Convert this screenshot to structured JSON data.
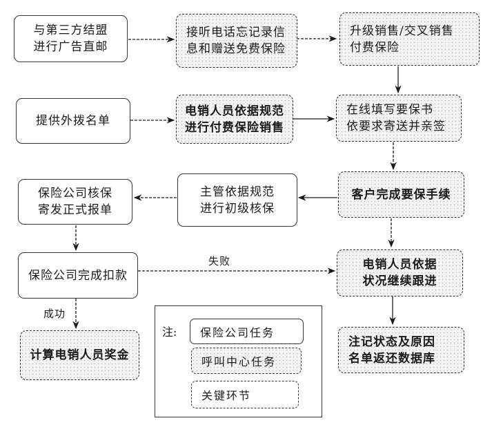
{
  "diagram": {
    "type": "flowchart",
    "nodes": {
      "alliance_mail": {
        "lines": [
          "与第三方结盟",
          "进行广告直邮"
        ],
        "role": "insurer"
      },
      "answer_call": {
        "lines": [
          "接听电话忘记录信",
          "息和赠送免费保险"
        ],
        "role": "callcenter"
      },
      "upsell": {
        "lines": [
          "升级销售/交叉销售",
          "付费保险"
        ],
        "role": "callcenter"
      },
      "outbound_list": {
        "lines": [
          "提供外拨名单"
        ],
        "role": "insurer"
      },
      "telesales": {
        "lines": [
          "电销人员依据规范",
          "进行付费保险销售"
        ],
        "role": "callcenter-key"
      },
      "online_form": {
        "lines": [
          "在线填写要保书",
          "依要求寄送并亲签"
        ],
        "role": "callcenter"
      },
      "insurer_underwrite": {
        "lines": [
          "保险公司核保",
          "寄发正式报单"
        ],
        "role": "insurer"
      },
      "supervisor_review": {
        "lines": [
          "主管依据规范",
          "进行初级核保"
        ],
        "role": "insurer"
      },
      "customer_complete": {
        "lines": [
          "客户完成要保手续"
        ],
        "role": "callcenter-key"
      },
      "insurer_deduct": {
        "lines": [
          "保险公司完成扣款"
        ],
        "role": "insurer"
      },
      "followup": {
        "lines": [
          "电销人员依据",
          "状况继续跟进"
        ],
        "role": "callcenter-key"
      },
      "bonus": {
        "lines": [
          "计算电销人员奖金"
        ],
        "role": "callcenter-key"
      },
      "record_status": {
        "lines": [
          "注记状态及原因",
          "名单返还数据库"
        ],
        "role": "callcenter-key"
      }
    },
    "edges": [
      {
        "from": "alliance_mail",
        "to": "answer_call",
        "label": ""
      },
      {
        "from": "answer_call",
        "to": "upsell",
        "label": ""
      },
      {
        "from": "upsell",
        "to": "online_form",
        "label": ""
      },
      {
        "from": "outbound_list",
        "to": "telesales",
        "label": ""
      },
      {
        "from": "telesales",
        "to": "online_form",
        "label": ""
      },
      {
        "from": "online_form",
        "to": "customer_complete",
        "label": ""
      },
      {
        "from": "customer_complete",
        "to": "supervisor_review",
        "label": ""
      },
      {
        "from": "supervisor_review",
        "to": "insurer_underwrite",
        "label": ""
      },
      {
        "from": "insurer_underwrite",
        "to": "insurer_deduct",
        "label": ""
      },
      {
        "from": "customer_complete",
        "to": "followup",
        "label": ""
      },
      {
        "from": "insurer_deduct",
        "to": "followup",
        "label": "失败"
      },
      {
        "from": "insurer_deduct",
        "to": "bonus",
        "label": "成功"
      },
      {
        "from": "followup",
        "to": "record_status",
        "label": ""
      }
    ],
    "edge_labels": {
      "fail": "失败",
      "success": "成功"
    },
    "legend": {
      "note": "注:",
      "items": [
        {
          "label": "保险公司任务",
          "role": "insurer"
        },
        {
          "label": "呼叫中心任务",
          "role": "callcenter"
        },
        {
          "label": "关键环节",
          "role": "key"
        }
      ]
    }
  }
}
